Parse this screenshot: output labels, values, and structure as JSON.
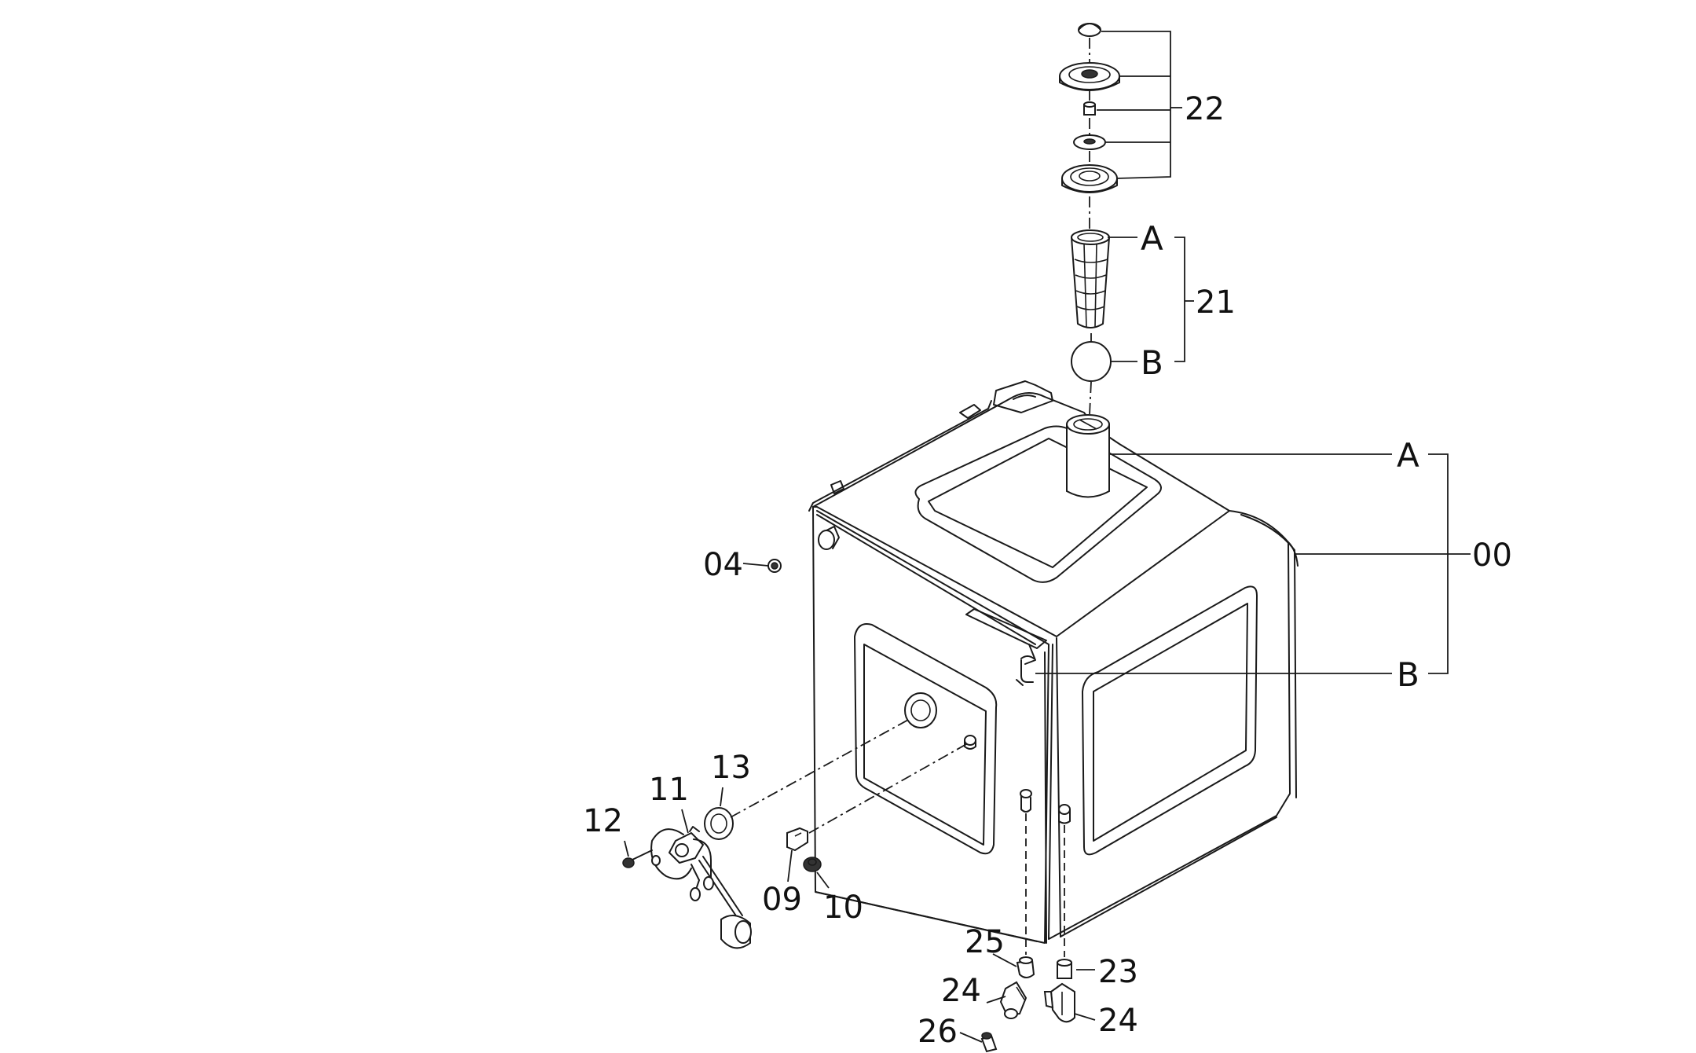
{
  "callouts": {
    "c00": "00",
    "c04": "04",
    "c09": "09",
    "c10": "10",
    "c11": "11",
    "c12": "12",
    "c13": "13",
    "c21": "21",
    "c22": "22",
    "c23": "23",
    "c24a": "24",
    "c24b": "24",
    "c25": "25",
    "c26": "26"
  },
  "refs": {
    "a_top": "A",
    "b_top": "B",
    "a_main": "A",
    "b_main": "B"
  }
}
